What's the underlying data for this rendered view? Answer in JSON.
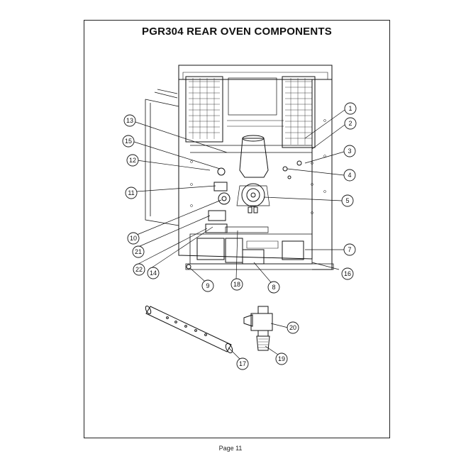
{
  "title": "PGR304 REAR OVEN COMPONENTS",
  "footer": "Page 11",
  "callouts": [
    "1",
    "2",
    "3",
    "4",
    "5",
    "7",
    "8",
    "9",
    "10",
    "11",
    "12",
    "13",
    "14",
    "15",
    "16",
    "17",
    "18",
    "19",
    "20",
    "21",
    "22"
  ]
}
